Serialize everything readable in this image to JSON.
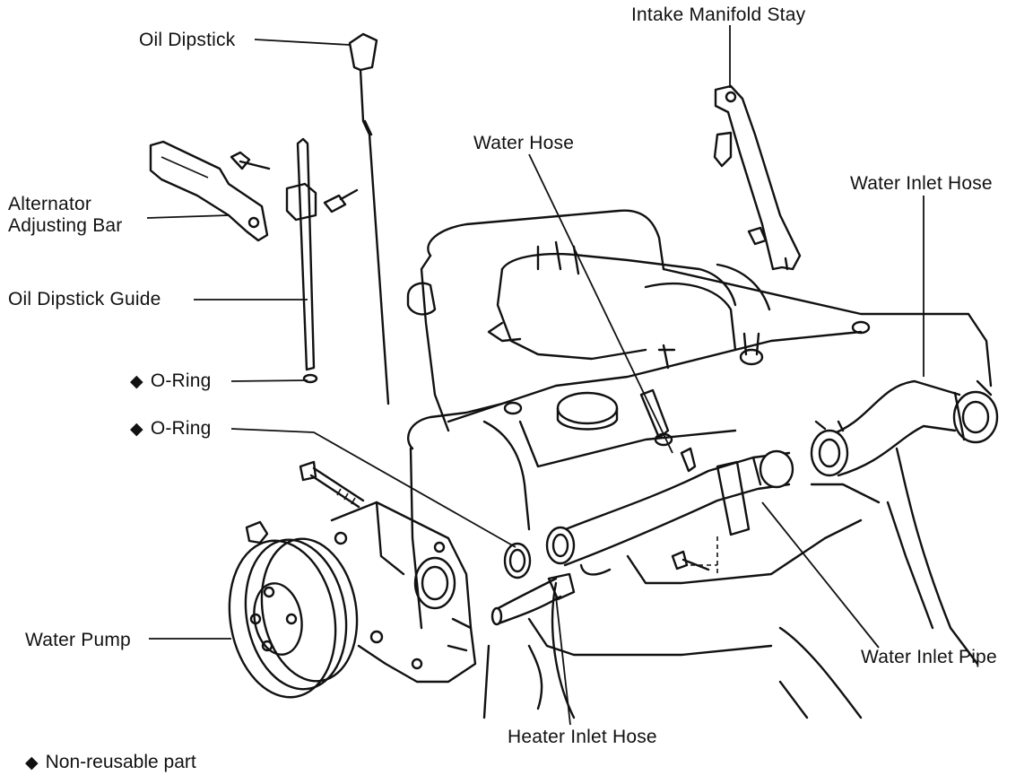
{
  "labels": {
    "intake_manifold_stay": "Intake Manifold Stay",
    "oil_dipstick": "Oil Dipstick",
    "water_hose": "Water Hose",
    "water_inlet_hose": "Water Inlet Hose",
    "alternator_adjusting_bar": "Alternator Adjusting Bar",
    "oil_dipstick_guide": "Oil Dipstick Guide",
    "o_ring_upper": "O-Ring",
    "o_ring_lower": "O-Ring",
    "water_pump": "Water Pump",
    "water_inlet_pipe": "Water Inlet Pipe",
    "heater_inlet_hose": "Heater Inlet Hose"
  },
  "legend": {
    "symbol": "◆",
    "text": "Non-reusable part"
  },
  "non_reusable_marker": "◆"
}
